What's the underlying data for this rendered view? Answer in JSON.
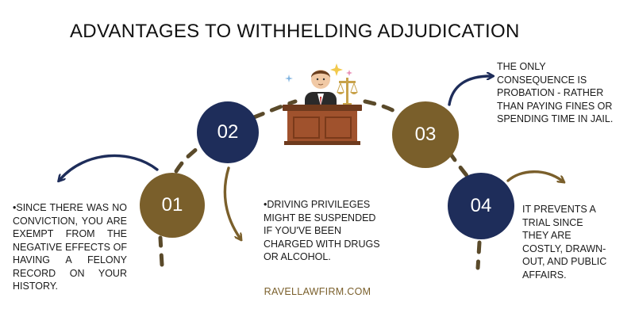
{
  "title": "ADVANTAGES TO WITHHELDING ADJUDICATION",
  "colors": {
    "navy": "#1e2d5a",
    "brown": "#7a5f2b",
    "text": "#1a1a1a",
    "background": "#ffffff"
  },
  "steps": [
    {
      "number": "01",
      "color": "brown",
      "text": "•SINCE THERE WAS NO CONVICTION, YOU ARE EXEMPT FROM THE NEGATIVE EFFECTS OF HAVING A FELONY RECORD ON YOUR HISTORY."
    },
    {
      "number": "02",
      "color": "navy",
      "text": "•DRIVING PRIVILEGES MIGHT BE SUSPENDED IF YOU'VE BEEN CHARGED WITH DRUGS OR ALCOHOL."
    },
    {
      "number": "03",
      "color": "brown",
      "text": "THE ONLY CONSEQUENCE IS PROBATION - RATHER THAN PAYING FINES OR SPENDING TIME IN JAIL."
    },
    {
      "number": "04",
      "color": "navy",
      "text": "IT PREVENTS A TRIAL SINCE THEY ARE COSTLY, DRAWN-OUT, AND PUBLIC AFFAIRS."
    }
  ],
  "illustration": "judge-at-bench-icon",
  "website": "RAVELLAWFIRM.COM"
}
